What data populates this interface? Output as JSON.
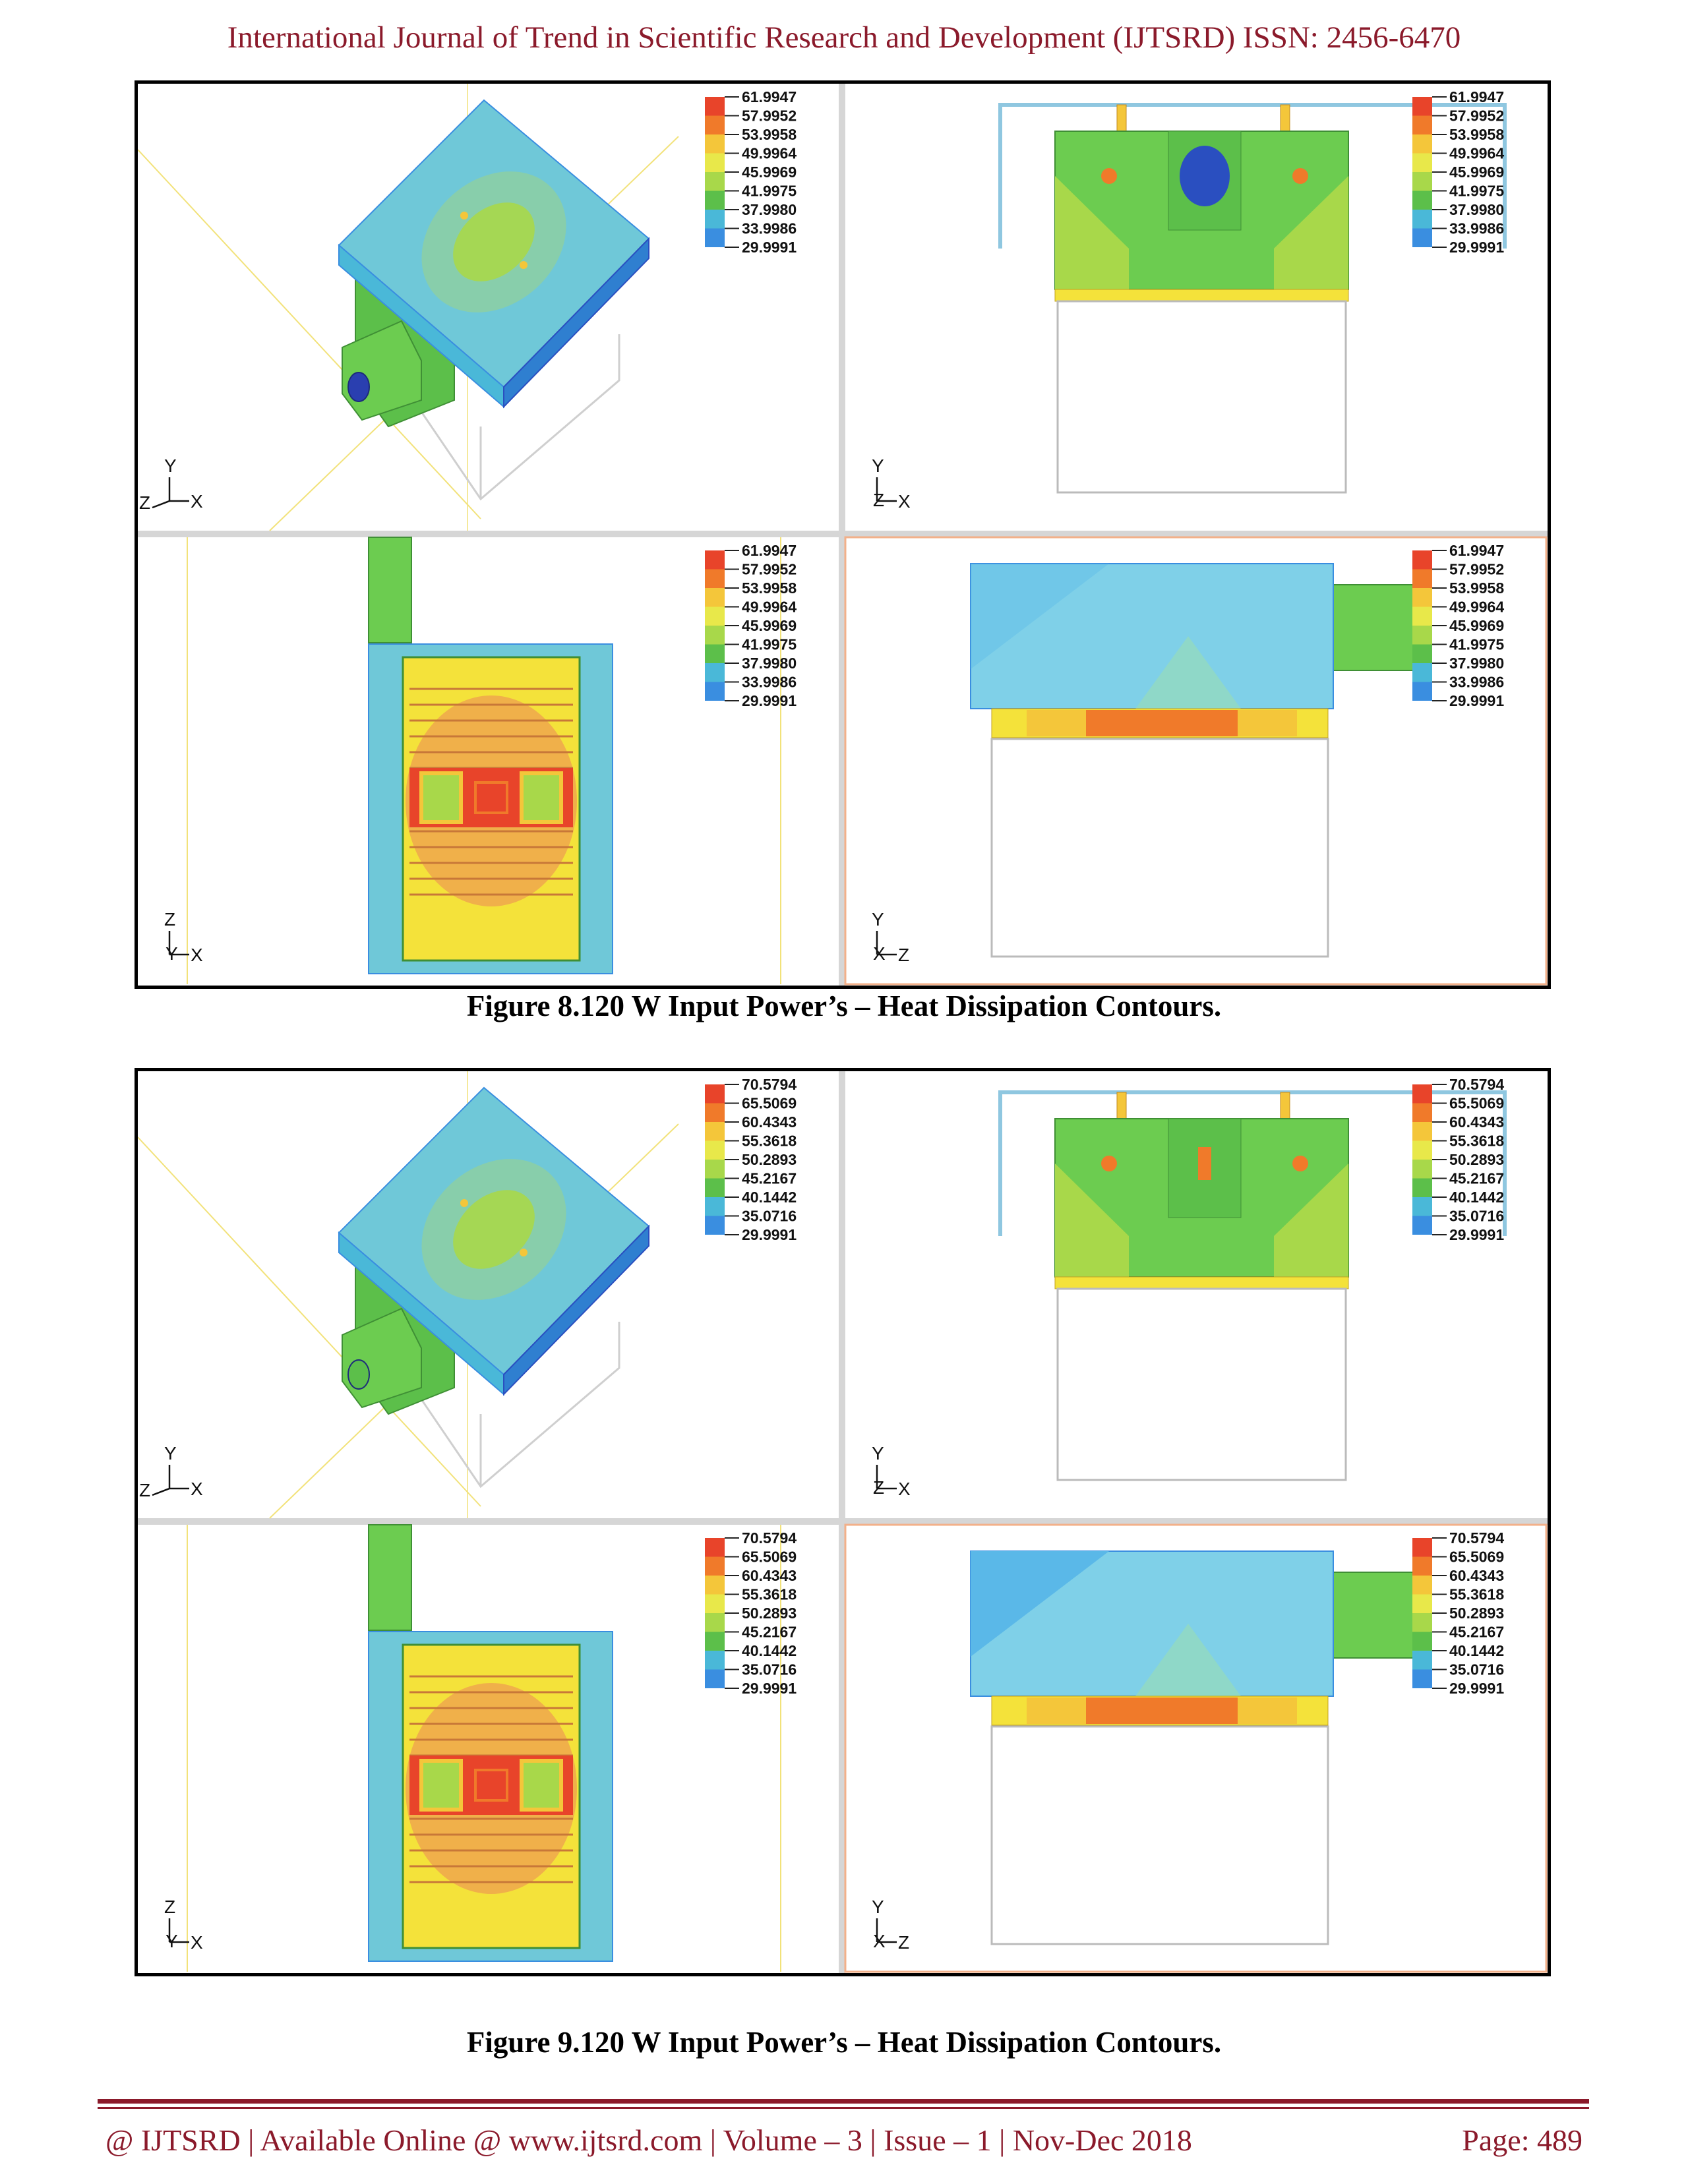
{
  "header": {
    "journal_line": "International Journal of Trend in Scientific Research and Development (IJTSRD) ISSN: 2456-6470"
  },
  "figures": [
    {
      "id": "fig8",
      "caption": "Figure 8.120 W Input Power’s – Heat Dissipation Contours.",
      "legend_values": [
        "61.9947",
        "57.9952",
        "53.9958",
        "49.9964",
        "45.9969",
        "41.9975",
        "37.9980",
        "33.9986",
        "29.9991"
      ],
      "panels": [
        {
          "view": "iso",
          "axes": {
            "up": "Y",
            "left": "Z",
            "right": "X"
          }
        },
        {
          "view": "front",
          "axes": {
            "up": "Y",
            "corner": "Z",
            "right": "X"
          }
        },
        {
          "view": "top",
          "axes": {
            "up": "Z",
            "corner": "Y",
            "right": "X"
          }
        },
        {
          "view": "side",
          "axes": {
            "up": "Y",
            "corner": "X",
            "right": "Z"
          }
        }
      ]
    },
    {
      "id": "fig9",
      "caption": "Figure 9.120 W Input Power’s – Heat Dissipation Contours.",
      "legend_values": [
        "70.5794",
        "65.5069",
        "60.4343",
        "55.3618",
        "50.2893",
        "45.2167",
        "40.1442",
        "35.0716",
        "29.9991"
      ],
      "panels": [
        {
          "view": "iso",
          "axes": {
            "up": "Y",
            "left": "Z",
            "right": "X"
          }
        },
        {
          "view": "front",
          "axes": {
            "up": "Y",
            "corner": "Z",
            "right": "X"
          }
        },
        {
          "view": "top",
          "axes": {
            "up": "Z",
            "corner": "Y",
            "right": "X"
          }
        },
        {
          "view": "side",
          "axes": {
            "up": "Y",
            "corner": "X",
            "right": "Z"
          }
        }
      ]
    }
  ],
  "legend_colors": [
    "#e8442a",
    "#f07a2a",
    "#f4c63a",
    "#e8e84a",
    "#a8d84a",
    "#5cbf4a",
    "#4ab8d8",
    "#3a8ee0",
    "#2a4fc0"
  ],
  "footer": {
    "left": "@ IJTSRD | Available Online @ www.ijtsrd.com | Volume – 3 | Issue – 1 | Nov-Dec 2018",
    "right": "Page: 489"
  }
}
